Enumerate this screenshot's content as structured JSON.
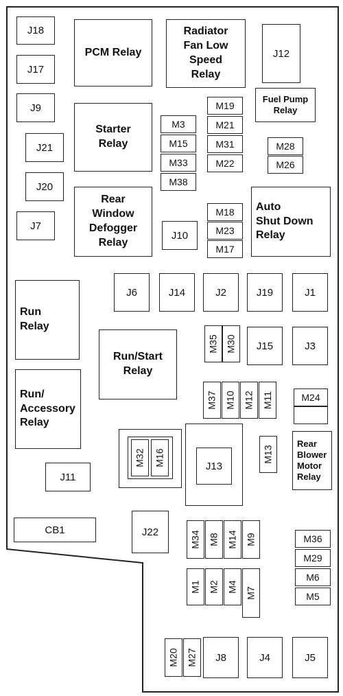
{
  "relays": {
    "pcm": "PCM Relay",
    "radiator": "Radiator\nFan Low\nSpeed\nRelay",
    "fuel_pump": "Fuel Pump\nRelay",
    "starter": "Starter\nRelay",
    "rear_window": "Rear\nWindow\nDefogger\nRelay",
    "asd": "Auto\nShut Down\nRelay",
    "run": "Run\nRelay",
    "run_start": "Run/Start\nRelay",
    "run_accessory": "Run/\nAccessory\nRelay",
    "rear_blower": "Rear\nBlower\nMotor\nRelay"
  },
  "fuses": {
    "j18": "J18",
    "j17": "J17",
    "j9": "J9",
    "j21": "J21",
    "j20": "J20",
    "j7": "J7",
    "j12": "J12",
    "j10": "J10",
    "j6": "J6",
    "j14": "J14",
    "j2": "J2",
    "j19": "J19",
    "j1": "J1",
    "j15": "J15",
    "j3": "J3",
    "j13": "J13",
    "j11": "J11",
    "j22": "J22",
    "j8": "J8",
    "j4": "J4",
    "j5": "J5",
    "cb1": "CB1",
    "m3": "M3",
    "m15": "M15",
    "m33": "M33",
    "m38": "M38",
    "m19": "M19",
    "m21": "M21",
    "m31": "M31",
    "m22": "M22",
    "m28": "M28",
    "m26": "M26",
    "m18": "M18",
    "m23": "M23",
    "m17": "M17",
    "m35": "M35",
    "m30": "M30",
    "m37": "M37",
    "m10": "M10",
    "m12": "M12",
    "m11": "M11",
    "m24": "M24",
    "m32": "M32",
    "m16": "M16",
    "m13": "M13",
    "m34": "M34",
    "m8": "M8",
    "m14": "M14",
    "m9": "M9",
    "m1": "M1",
    "m2": "M2",
    "m4": "M4",
    "m7": "M7",
    "m36": "M36",
    "m29": "M29",
    "m6": "M6",
    "m5": "M5",
    "m20": "M20",
    "m27": "M27"
  }
}
